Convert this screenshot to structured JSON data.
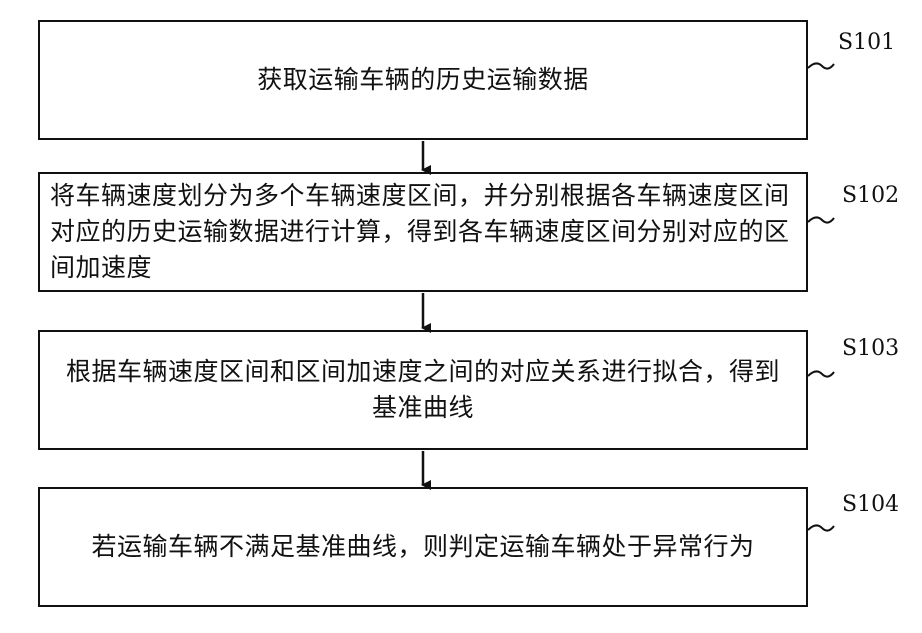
{
  "steps": [
    {
      "label": "S101",
      "text": "获取运输车辆的历史运输数据"
    },
    {
      "label": "S102",
      "text": "将车辆速度划分为多个车辆速度区间，并分别根据各车辆速度区间对应的历史运输数据进行计算，得到各车辆速度区间分别对应的区间加速度"
    },
    {
      "label": "S103",
      "text": "根据车辆速度区间和区间加速度之间的对应关系进行拟合，得到基准曲线"
    },
    {
      "label": "S104",
      "text": "若运输车辆不满足基准曲线，则判定运输车辆处于异常行为"
    }
  ]
}
